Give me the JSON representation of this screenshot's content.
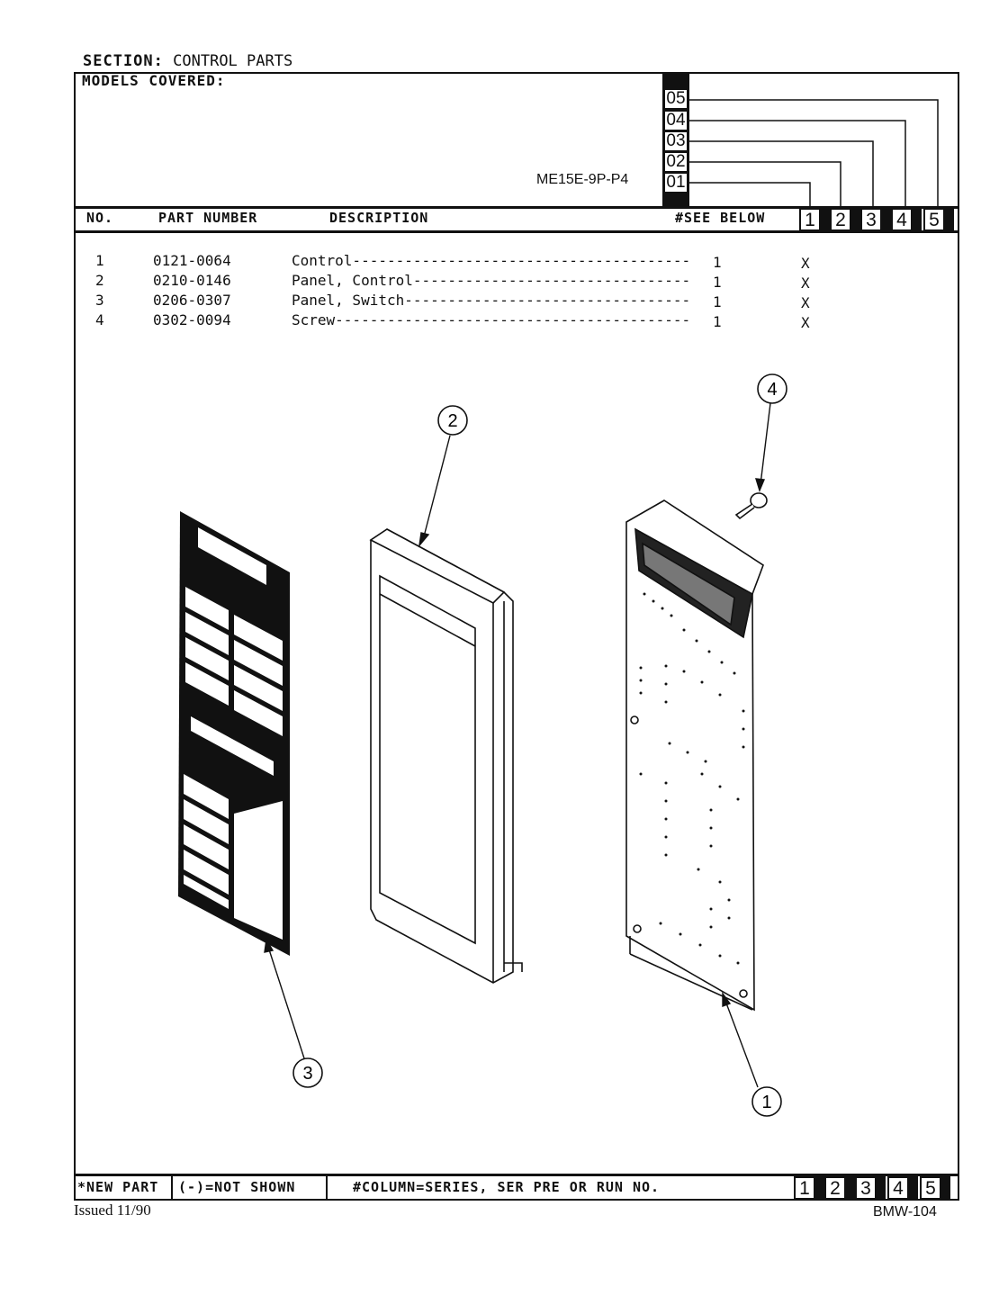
{
  "section": {
    "label": "SECTION:",
    "value": "CONTROL PARTS"
  },
  "models": {
    "label": "MODELS COVERED:",
    "model": "ME15E-9P-P4"
  },
  "series_codes": [
    "05",
    "04",
    "03",
    "02",
    "01"
  ],
  "header": {
    "no": "NO.",
    "part_number": "PART NUMBER",
    "description": "DESCRIPTION",
    "see_below": "#SEE BELOW"
  },
  "columns": [
    "1",
    "2",
    "3",
    "4",
    "5"
  ],
  "parts": [
    {
      "no": "1",
      "part": "0121-0064",
      "desc": "Control---------------------------------------",
      "qty": "1",
      "mark": "X"
    },
    {
      "no": "2",
      "part": "0210-0146",
      "desc": "Panel, Control--------------------------------",
      "qty": "1",
      "mark": "X"
    },
    {
      "no": "3",
      "part": "0206-0307",
      "desc": "Panel, Switch---------------------------------",
      "qty": "1",
      "mark": "X"
    },
    {
      "no": "4",
      "part": "0302-0094",
      "desc": "Screw-----------------------------------------",
      "qty": "1",
      "mark": "X"
    }
  ],
  "callouts": [
    "1",
    "2",
    "3",
    "4"
  ],
  "footer": {
    "new_part": "*NEW PART",
    "not_shown": "(-)=NOT SHOWN",
    "column_note": "#COLUMN=SERIES, SER PRE OR RUN NO."
  },
  "issued": "Issued 11/90",
  "doc_id": "BMW-104"
}
